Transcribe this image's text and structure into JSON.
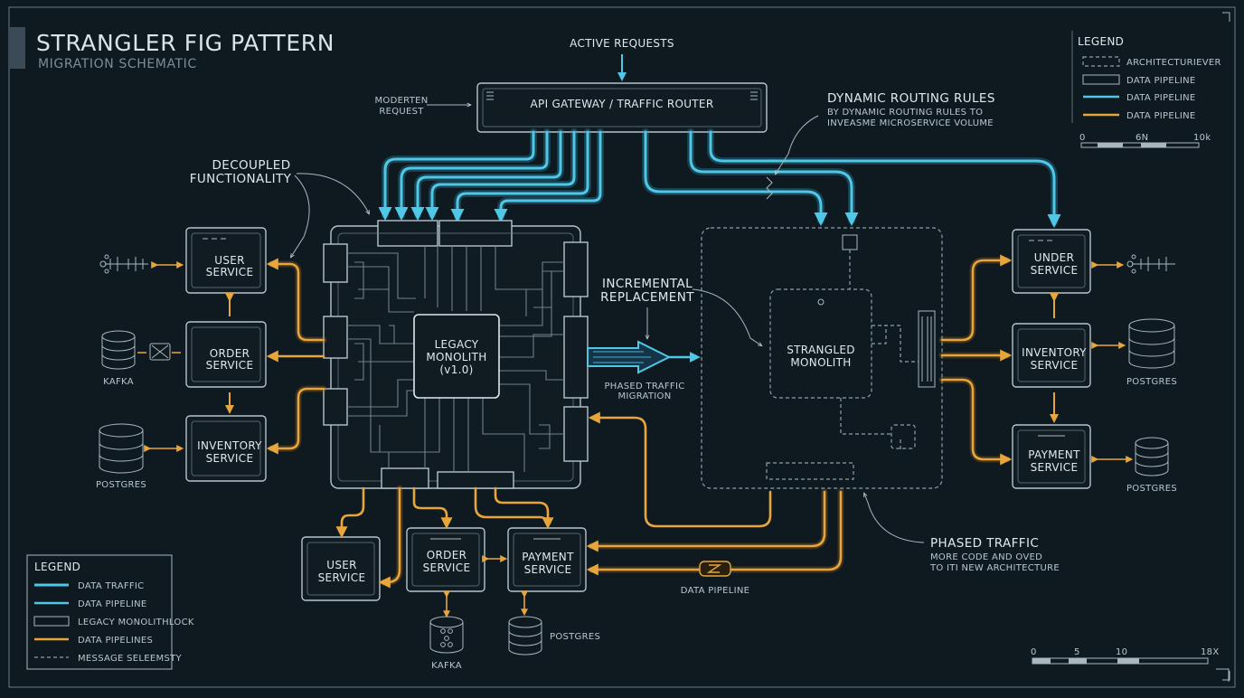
{
  "header": {
    "title": "STRANGLER FIG PATTERN",
    "subtitle": "MIGRATION SCHEMATIC"
  },
  "gateway": {
    "top_label": "ACTIVE REQUESTS",
    "label": "API GATEWAY / TRAFFIC ROUTER",
    "side_label_line1": "MODERTEN",
    "side_label_line2": "REQUEST"
  },
  "annotations": {
    "decoupled_line1": "DECOUPLED",
    "decoupled_line2": "FUNCTIONALITY",
    "routing_title": "DYNAMIC ROUTING RULES",
    "routing_line1": "BY DYNAMIC ROUTING RULES TO",
    "routing_line2": "INVEASME MICROSERVICE VOLUME",
    "incremental_line1": "INCREMENTAL",
    "incremental_line2": "REPLACEMENT",
    "phased_small_line1": "PHASED TRAFFIC",
    "phased_small_line2": "MIGRATION",
    "phased_title": "PHASED TRAFFIC",
    "phased_line1": "MORE CODE AND OVED",
    "phased_line2": "TO ITI NEW ARCHITECTURE",
    "data_pipeline": "DATA PIPELINE"
  },
  "monolith": {
    "legacy_line1": "LEGACY",
    "legacy_line2": "MONOLITH",
    "legacy_line3": "(v1.0)",
    "strangled_line1": "STRANGLED",
    "strangled_line2": "MONOLITH"
  },
  "left_services": [
    {
      "line1": "USER",
      "line2": "SERVICE"
    },
    {
      "line1": "ORDER",
      "line2": "SERVICE"
    },
    {
      "line1": "INVENTORY",
      "line2": "SERVICE"
    }
  ],
  "bottom_services": [
    {
      "line1": "USER",
      "line2": "SERVICE"
    },
    {
      "line1": "ORDER",
      "line2": "SERVICE"
    },
    {
      "line1": "PAYMENT",
      "line2": "SERVICE"
    }
  ],
  "right_services": [
    {
      "line1": "UNDER",
      "line2": "SERVICE"
    },
    {
      "line1": "INVENTORY",
      "line2": "SERVICE"
    },
    {
      "line1": "PAYMENT",
      "line2": "SERVICE"
    }
  ],
  "stores": {
    "left_kafka": "KAFKA",
    "left_postgres": "POSTGRES",
    "bottom_kafka": "KAFKA",
    "bottom_postgres": "POSTGRES",
    "right_postgres_1": "POSTGRES",
    "right_postgres_2": "POSTGRES"
  },
  "legend_top": {
    "title": "LEGEND",
    "items": [
      "ARCHITECTURIEVER",
      "DATA PIPELINE",
      "DATA PIPELINE",
      "DATA PIPELINE"
    ],
    "scale": [
      "0",
      "6N",
      "10k"
    ]
  },
  "legend_bottom": {
    "title": "LEGEND",
    "items": [
      "DATA TRAFFIC",
      "DATA PIPELINE",
      "LEGACY MONOLITHLOCK",
      "DATA PIPELINES",
      "MESSAGE SELEEMSTY"
    ]
  },
  "scale_bottom": [
    "0",
    "5",
    "10",
    "18X"
  ],
  "colors": {
    "background": "#0f1a20",
    "cyan_traffic": "#4fc8e8",
    "amber_pipeline": "#e7a53b",
    "outline": "#b7c4cc",
    "accent_bar": "#3a4a56"
  }
}
